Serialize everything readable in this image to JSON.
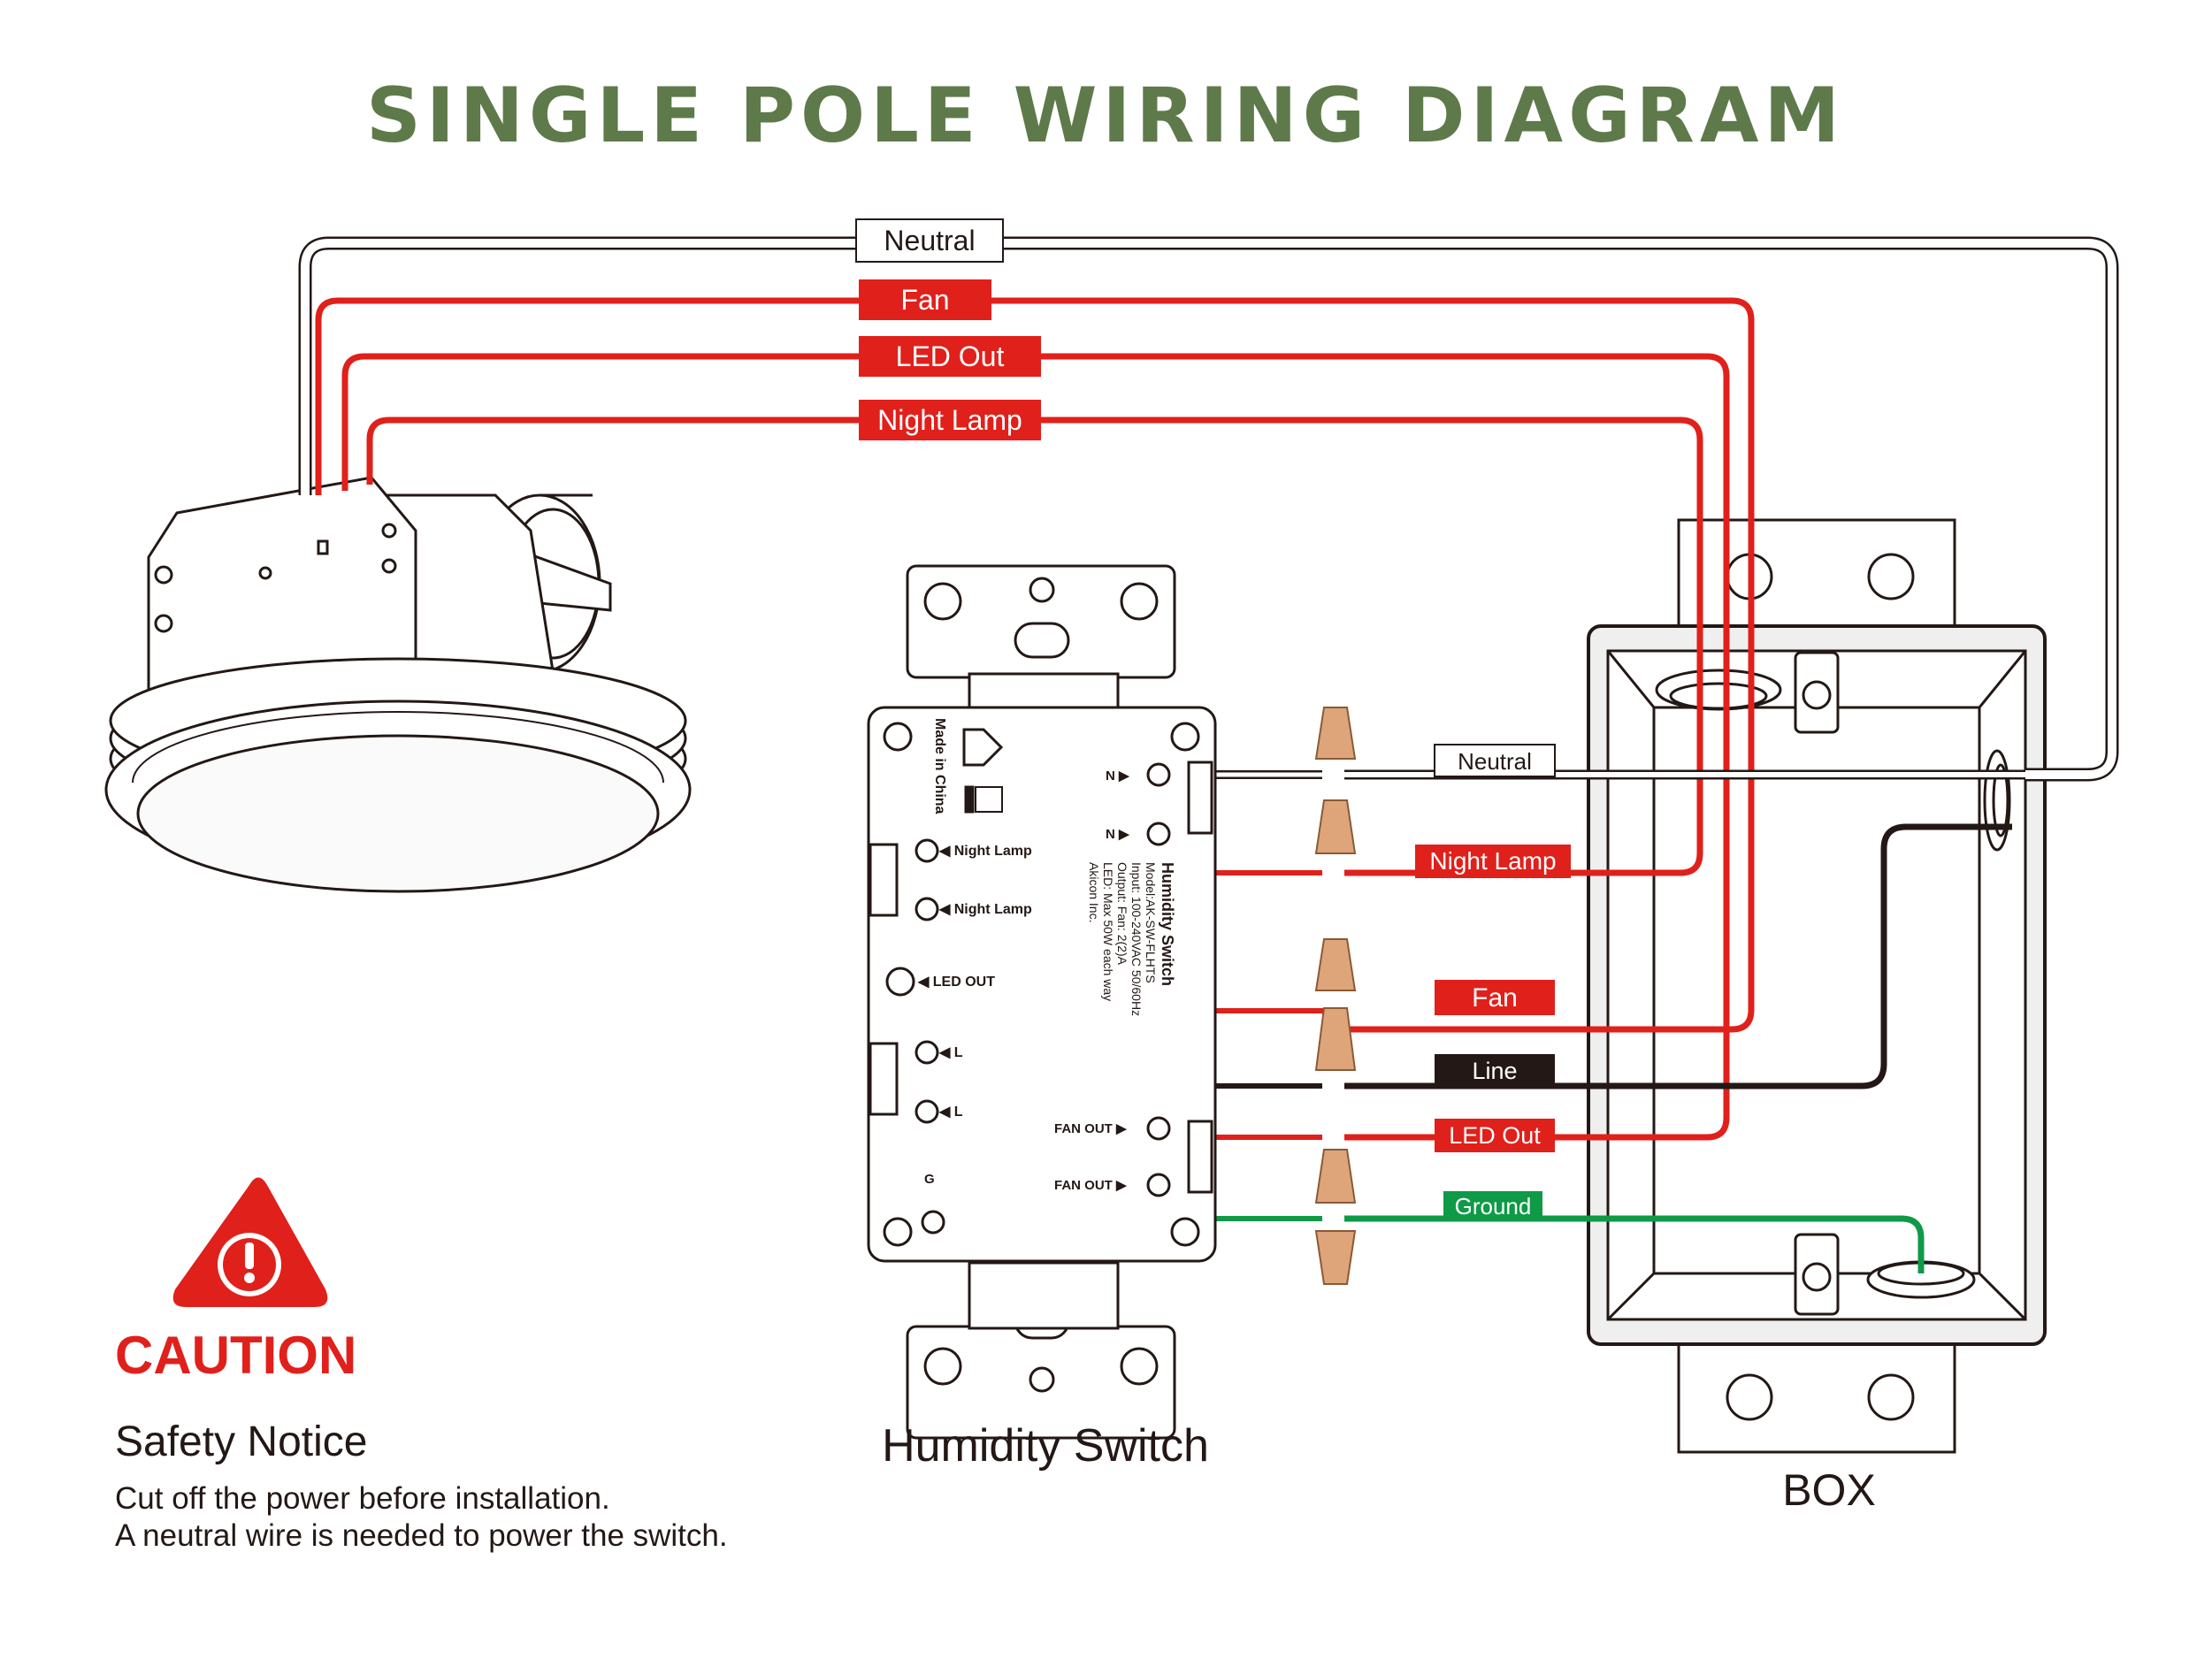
{
  "title": "SINGLE POLE WIRING DIAGRAM",
  "colors": {
    "title_green": "#5e7a4a",
    "wire_red": "#e0201b",
    "wire_black": "#231815",
    "wire_green": "#0e9a47",
    "wire_white": "#ffffff",
    "connector_orange": "#dfa57a",
    "caution_red": "#e0201b",
    "outline": "#231815"
  },
  "wire_labels": {
    "top_neutral": "Neutral",
    "top_fan": "Fan",
    "top_led_out": "LED Out",
    "top_night_lamp": "Night Lamp",
    "neutral": "Neutral",
    "night_lamp": "Night Lamp",
    "fan": "Fan",
    "line": "Line",
    "led_out": "LED Out",
    "ground": "Ground"
  },
  "switch": {
    "caption": "Humidity Switch",
    "made_in": "Made in China",
    "terminals": {
      "n1": "N ▶",
      "n2": "N ▶",
      "night_lamp_1": "◀ Night Lamp",
      "night_lamp_2": "◀ Night Lamp",
      "led_out": "◀ LED OUT",
      "l1": "◀ L",
      "l2": "◀ L",
      "fan_out_1": "FAN OUT ▶",
      "fan_out_2": "FAN OUT ▶",
      "g": "G"
    },
    "spec_lines": [
      "Humidity Switch",
      "Model:AK-SW-FLHTS",
      "Input: 100-240VAC  50/60Hz",
      "Output: Fan: 2(2)A",
      "LED: Max 50W each way",
      "Akicon Inc."
    ]
  },
  "box_caption": "BOX",
  "caution": {
    "heading": "CAUTION",
    "notice_title": "Safety Notice",
    "line1": "Cut off the power before installation.",
    "line2": "A neutral wire is needed to power the switch."
  }
}
